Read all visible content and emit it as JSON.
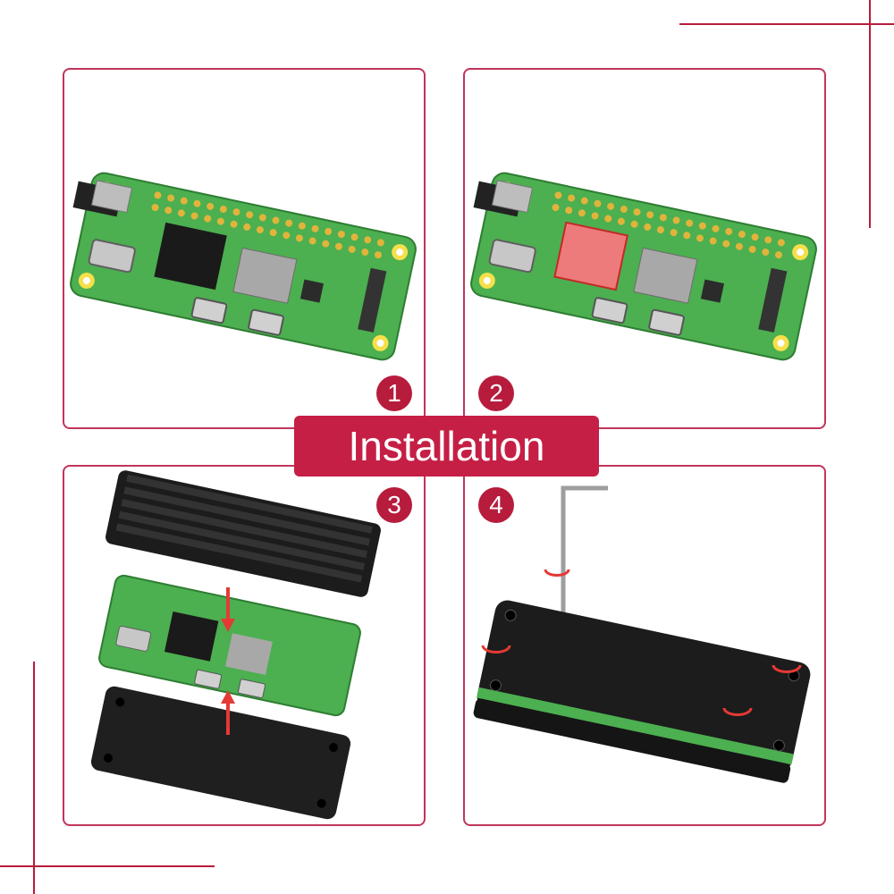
{
  "title": "Installation",
  "steps": [
    {
      "number": "1"
    },
    {
      "number": "2"
    },
    {
      "number": "3"
    },
    {
      "number": "4"
    }
  ],
  "colors": {
    "accent": "#b71c3c",
    "title_bg": "#c51f45",
    "panel_border": "#c0355a",
    "pcb_green": "#4caf50",
    "heatsink_black": "#1c1c1c",
    "thermal_pad": "#e57373",
    "arrow_red": "#e53935"
  },
  "icons": {
    "step_1": "raspberry-pi-zero-board-icon",
    "step_2": "thermal-pad-on-chip-icon",
    "step_3": "case-assembly-arrows-icon",
    "step_4": "allen-key-screw-tightening-icon"
  }
}
